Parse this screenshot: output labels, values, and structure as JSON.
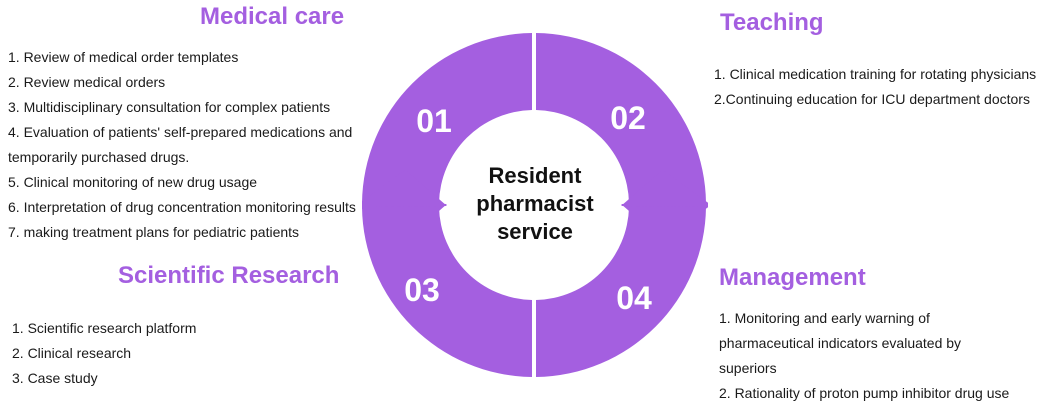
{
  "colors": {
    "accent": "#a45fe0",
    "segment": "#a45fe0",
    "text": "#1a1a1a"
  },
  "center": {
    "line1": "Resident",
    "line2": "pharmacist",
    "line3": "service"
  },
  "segments": [
    {
      "number": "01"
    },
    {
      "number": "02"
    },
    {
      "number": "03"
    },
    {
      "number": "04"
    }
  ],
  "medical_care": {
    "title": "Medical care",
    "items": [
      "1. Review of medical order templates",
      "2. Review medical orders",
      "3. Multidisciplinary consultation for complex patients",
      "4. Evaluation of patients' self-prepared medications and",
      "temporarily purchased drugs.",
      "5. Clinical monitoring of new drug usage",
      "6. Interpretation of drug concentration monitoring results",
      "7. making treatment plans for pediatric patients"
    ]
  },
  "teaching": {
    "title": "Teaching",
    "items": [
      "1. Clinical medication training for rotating physicians",
      "2.Continuing education for ICU department doctors"
    ]
  },
  "research": {
    "title": "Scientific Research",
    "items": [
      "1. Scientific research platform",
      "2. Clinical research",
      "3. Case study"
    ]
  },
  "management": {
    "title": "Management",
    "items": [
      "1. Monitoring and early warning of",
      "pharmaceutical indicators evaluated by",
      "superiors",
      "2. Rationality of proton pump inhibitor drug use"
    ]
  }
}
